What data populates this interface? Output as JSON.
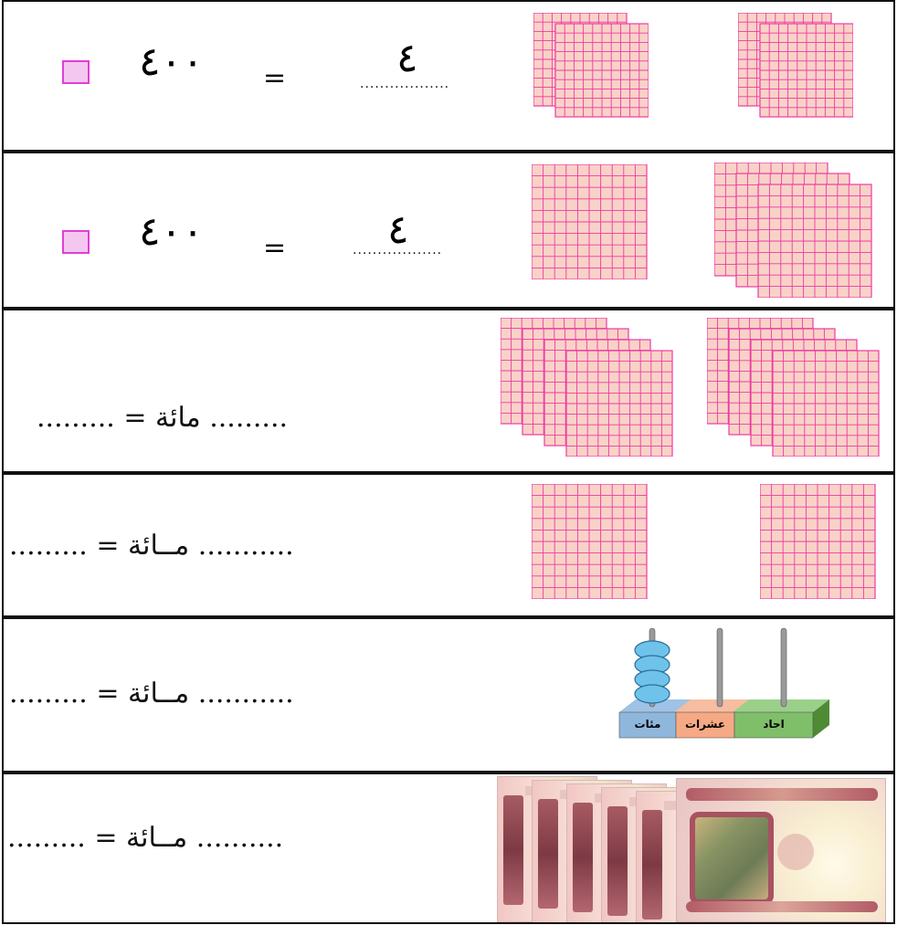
{
  "rows": [
    {
      "answer": "٤",
      "answer_dots": "..................",
      "equals": "=",
      "value": "٤٠٠"
    },
    {
      "answer": "٤",
      "answer_dots": "..................",
      "equals": "=",
      "value": "٤٠٠"
    },
    {
      "text": "......... مائة = .........",
      "hundreds_pictured": 8
    },
    {
      "text": "........... مــائة = .........",
      "hundreds_pictured": 2
    },
    {
      "text": "........... مــائة = .........",
      "abacus": {
        "labels": {
          "ones": "احاد",
          "tens": "عشرات",
          "hundreds": "مئات"
        },
        "beads": {
          "hundreds": 4,
          "tens": 0,
          "ones": 0
        }
      }
    },
    {
      "text": ".......... مــائة = .........",
      "banknotes_pictured": 6
    }
  ],
  "colors": {
    "flat_fill": "#f8d2c7",
    "flat_grid": "#ee3aa4",
    "checkbox_fill": "#f4c7f1",
    "checkbox_border": "#e03fd4",
    "bead": "#6fc3ea",
    "hundreds_face": "#8fb7dc",
    "tens_face": "#f6a985",
    "ones_face": "#7fbf6a"
  },
  "icons": [
    "hundred-flat-icon",
    "checkbox-icon",
    "abacus-icon",
    "banknote-icon"
  ]
}
